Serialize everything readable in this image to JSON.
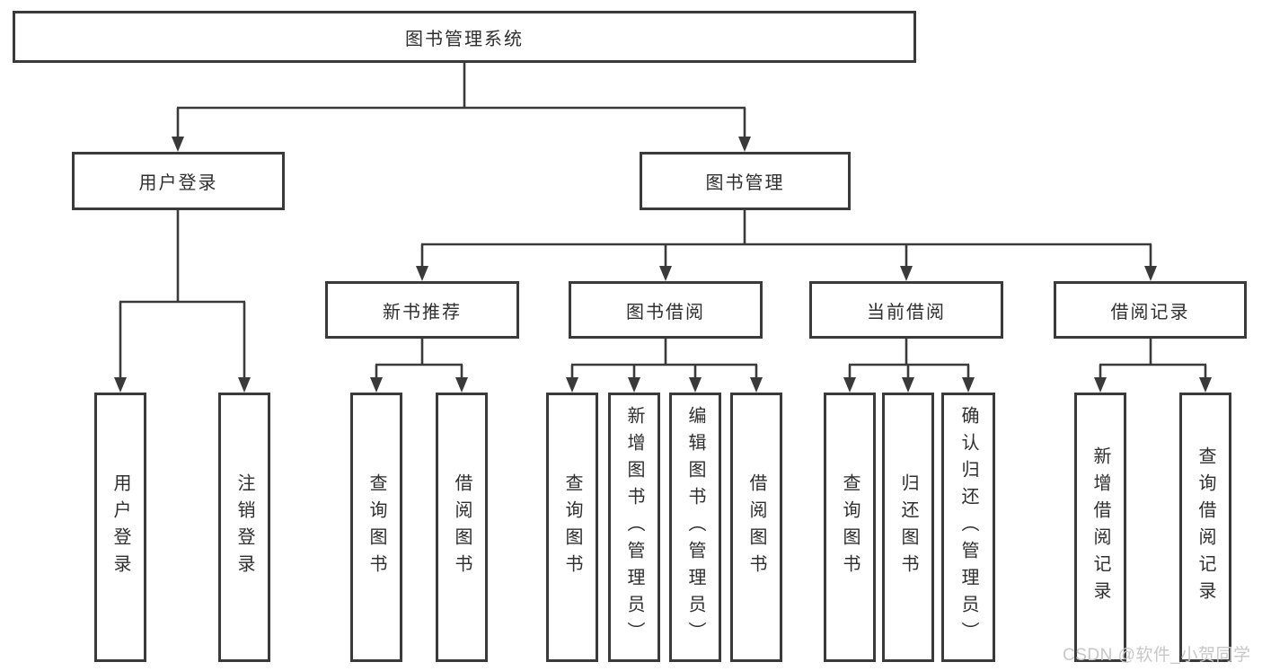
{
  "diagram": {
    "type": "hierarchy-diagram",
    "hierarchy": {
      "图书管理系统": {
        "用户登录": [
          "用户登录",
          "注销登录"
        ],
        "图书管理": {
          "新书推荐": [
            "查询图书",
            "借阅图书"
          ],
          "图书借阅": [
            "查询图书",
            "新增图书（管理员）",
            "编辑图书（管理员）",
            "借阅图书"
          ],
          "当前借阅": [
            "查询图书",
            "归还图书",
            "确认归还（管理员）"
          ],
          "借阅记录": [
            "新增借阅记录",
            "查询借阅记录"
          ]
        }
      }
    }
  },
  "nodes": {
    "root": {
      "label": "图书管理系统"
    },
    "user_login_group": {
      "label": "用户登录"
    },
    "book_mgmt": {
      "label": "图书管理"
    },
    "user_login": {
      "label": "用户登录"
    },
    "logout": {
      "label": "注销登录"
    },
    "new_book_rec": {
      "label": "新书推荐"
    },
    "book_borrow": {
      "label": "图书借阅"
    },
    "current_borrow": {
      "label": "当前借阅"
    },
    "borrow_record": {
      "label": "借阅记录"
    },
    "nb_query_book": {
      "label": "查询图书"
    },
    "nb_borrow_book": {
      "label": "借阅图书"
    },
    "bb_query_book": {
      "label": "查询图书"
    },
    "bb_add_book": {
      "label": "新增图书（管理员）"
    },
    "bb_edit_book": {
      "label": "编辑图书（管理员）"
    },
    "bb_borrow_book": {
      "label": "借阅图书"
    },
    "cb_query_book": {
      "label": "查询图书"
    },
    "cb_return_book": {
      "label": "归还图书"
    },
    "cb_confirm_return": {
      "label": "确认归还（管理员）"
    },
    "br_add_record": {
      "label": "新增借阅记录"
    },
    "br_query_record": {
      "label": "查询借阅记录"
    }
  },
  "watermark": {
    "text": "CSDN @软件_小贺同学"
  },
  "colors": {
    "line": "#3a3a3a",
    "box_border": "#3a3a3a",
    "box_background": "#ffffff",
    "text": "#2e2e2e",
    "watermark": "#c7c7c7",
    "page_background": "#ffffff"
  }
}
